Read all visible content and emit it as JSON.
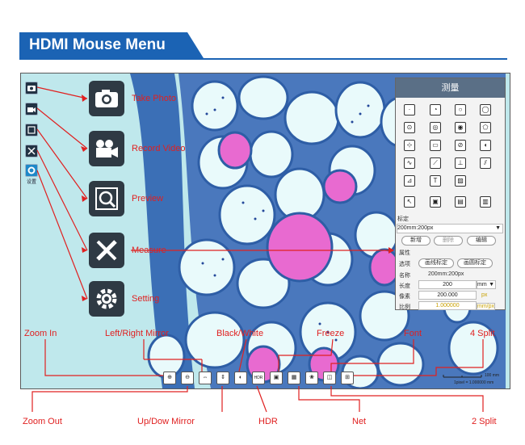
{
  "header": {
    "title": "HDMI Mouse Menu",
    "color": "#1b63b4"
  },
  "left_toolbar": {
    "icons": [
      "camera-icon",
      "video-icon",
      "preview-icon",
      "measure-icon",
      "settings-icon"
    ],
    "settings_caption": "设置"
  },
  "callouts": {
    "take_photo": "Take Photo",
    "record_video": "Record Video",
    "preview": "Preview",
    "measure": "Measure",
    "setting": "Setting"
  },
  "measure_panel": {
    "title": "测量",
    "calibration_label": "标定",
    "calibration_value": "200mm:200px",
    "actions": [
      "新增",
      "删除",
      "编辑"
    ],
    "properties_label": "属性",
    "options_label": "选项",
    "option_buttons": [
      "画线标定",
      "画圆标定"
    ],
    "fields": [
      {
        "label": "名称",
        "value": "200mm:200px",
        "unit": ""
      },
      {
        "label": "长度",
        "value": "200",
        "unit": "mm"
      },
      {
        "label": "像素",
        "value": "200.000",
        "unit": "px"
      },
      {
        "label": "比例",
        "value": "1.000000",
        "unit": "mm/px"
      }
    ]
  },
  "bottom_toolbar": {
    "hdr_label": "HDR"
  },
  "scale_bar": {
    "length_label": "100 mm",
    "ratio_label": "1pixel = 1.000000 mm"
  },
  "annotations": {
    "zoom_in": "Zoom In",
    "left_right_mirror": "Left/Right Mirror",
    "black_white": "Black/White",
    "freeze": "Freeze",
    "font": "Font",
    "four_split": "4 Split",
    "zoom_out": "Zoom Out",
    "up_down_mirror": "Up/Dow Mirror",
    "hdr": "HDR",
    "net": "Net",
    "two_split": "2 Split"
  },
  "colors": {
    "annotation": "#e02020",
    "panel_header": "#5a6f86",
    "tissue_blue": "#2f5fa8",
    "tissue_pink": "#e86ad0"
  }
}
